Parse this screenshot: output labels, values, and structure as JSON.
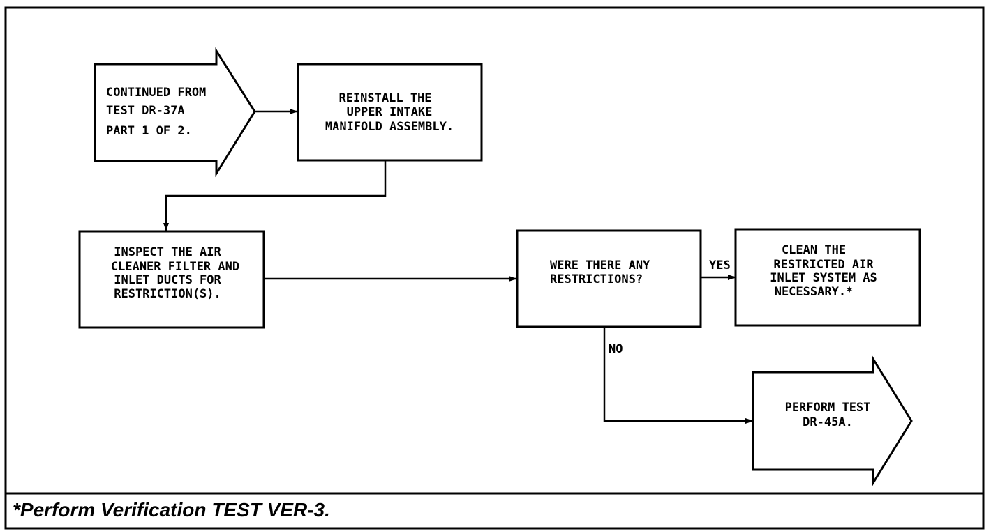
{
  "nodes": {
    "start": {
      "lines": [
        "CONTINUED FROM",
        "TEST DR-37A",
        "PART 1 OF 2."
      ]
    },
    "reinstall": {
      "lines": [
        "REINSTALL THE",
        "UPPER INTAKE",
        "MANIFOLD ASSEMBLY."
      ]
    },
    "inspect": {
      "lines": [
        "INSPECT THE AIR",
        "CLEANER FILTER AND",
        "INLET DUCTS FOR",
        "RESTRICTION(S)."
      ]
    },
    "decision": {
      "lines": [
        "WERE THERE ANY",
        "RESTRICTIONS?"
      ]
    },
    "clean": {
      "lines": [
        "CLEAN THE",
        "RESTRICTED AIR",
        "INLET SYSTEM AS",
        "NECESSARY.*"
      ]
    },
    "perform": {
      "lines": [
        "PERFORM TEST",
        "DR-45A."
      ]
    }
  },
  "edge_labels": {
    "yes": "YES",
    "no": "NO"
  },
  "footnote": "*Perform Verification TEST VER-3."
}
